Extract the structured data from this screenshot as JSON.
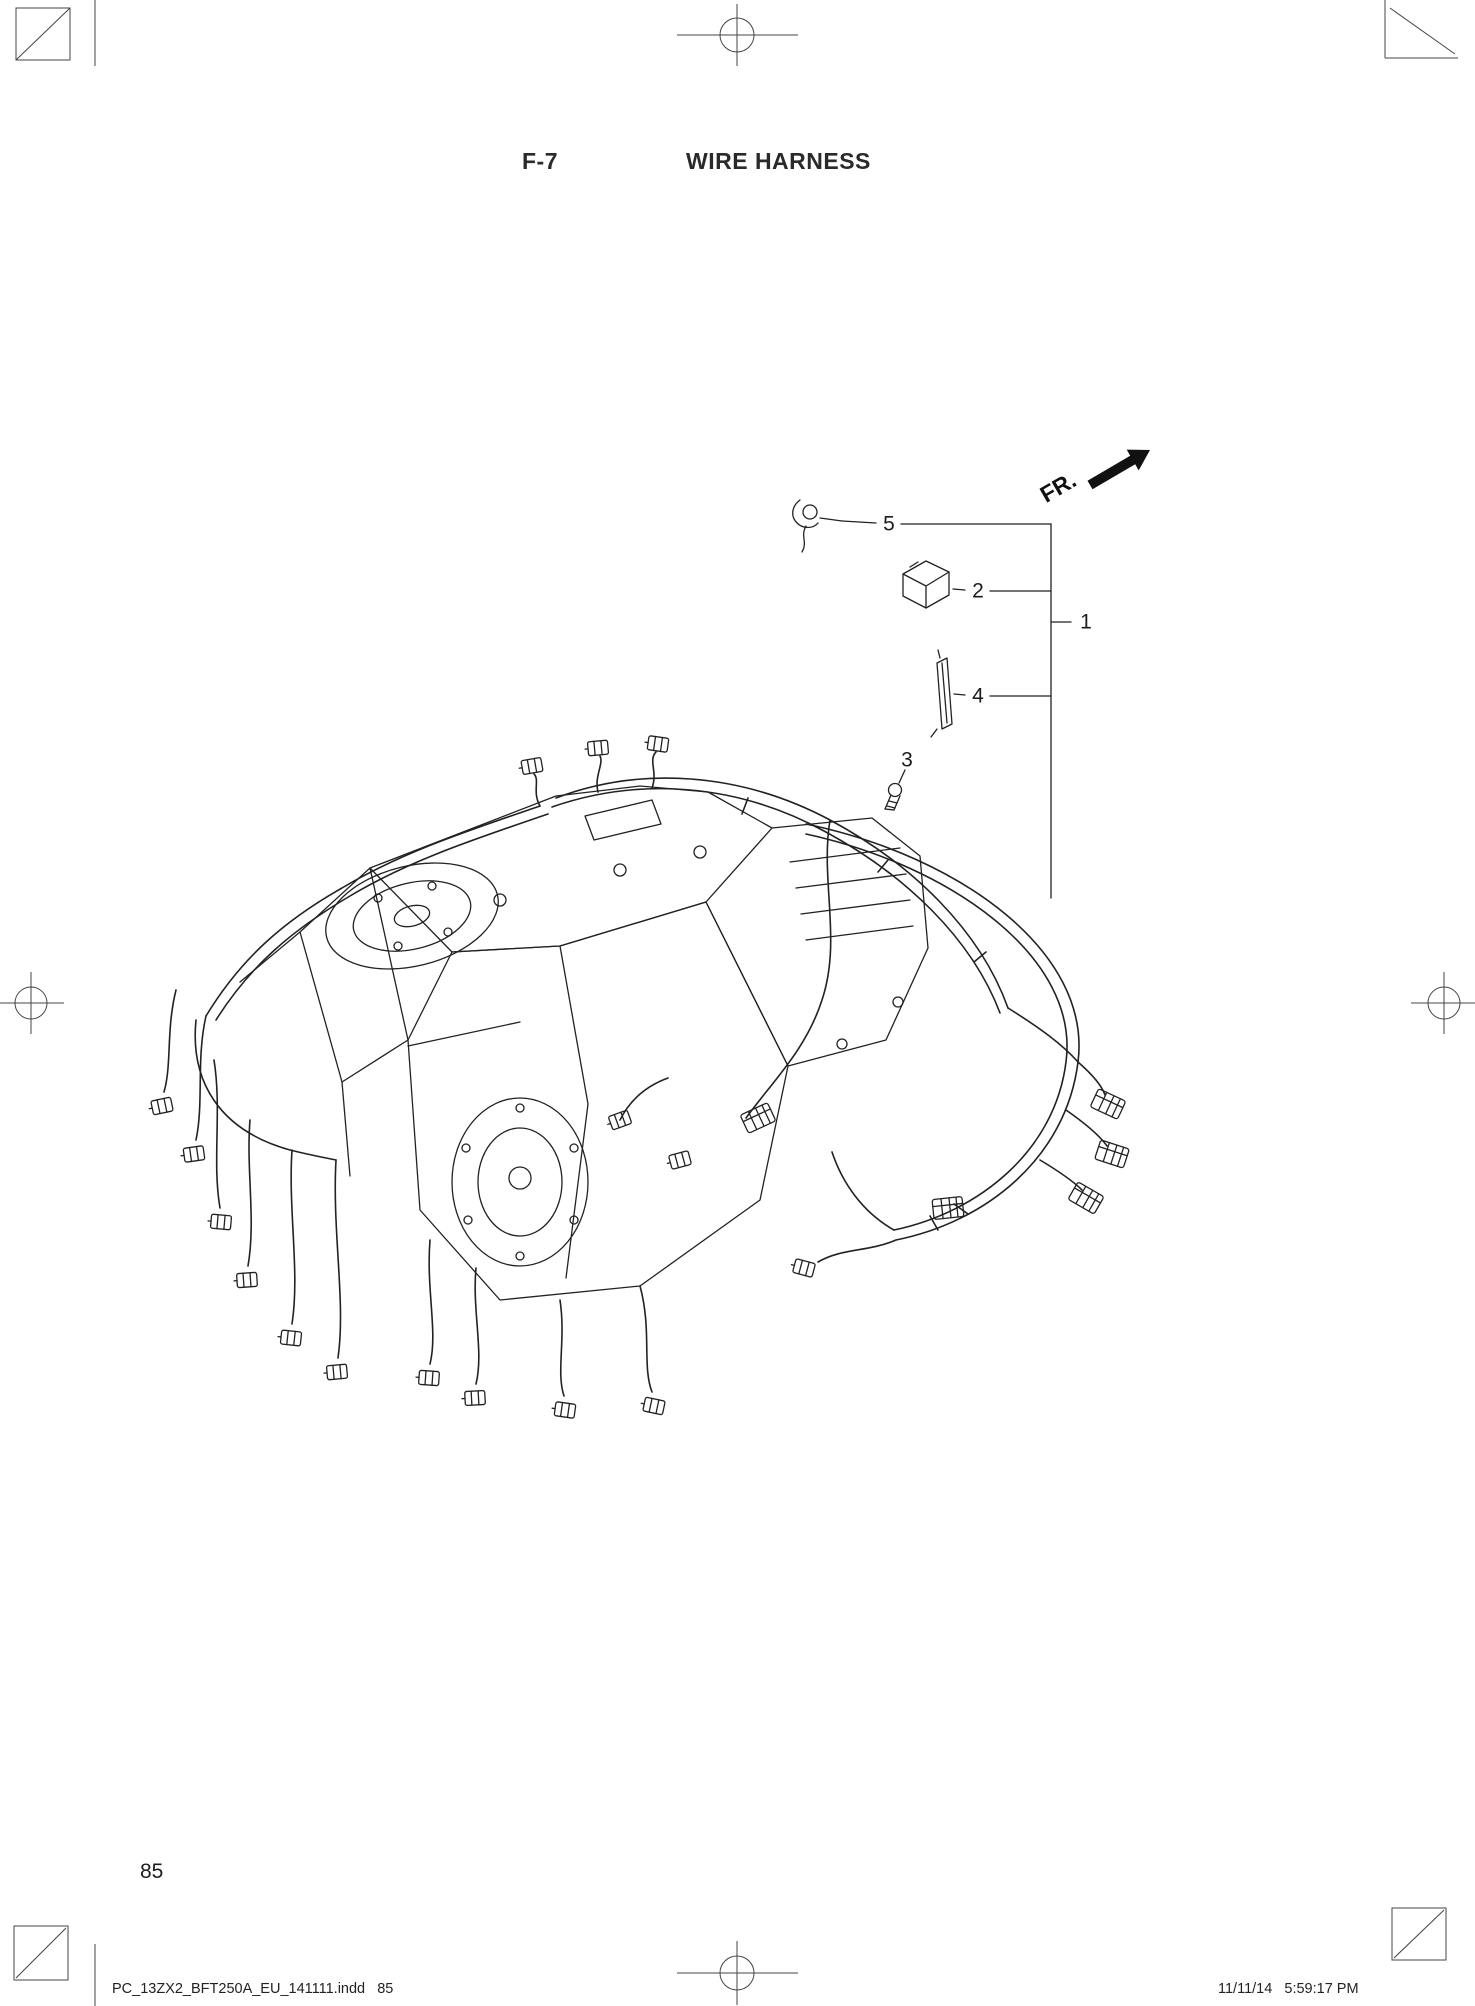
{
  "page": {
    "section_code": "F-7",
    "title": "WIRE HARNESS",
    "page_number": "85",
    "direction_label": "FR."
  },
  "callouts": [
    {
      "ref": "5"
    },
    {
      "ref": "2"
    },
    {
      "ref": "1"
    },
    {
      "ref": "4"
    },
    {
      "ref": "3"
    }
  ],
  "footer": {
    "file_info": "PC_13ZX2_BFT250A_EU_141111.indd   85",
    "timestamp": "11/11/14   5:59:17 PM"
  },
  "colors": {
    "ink": "#222222",
    "paper": "#ffffff"
  }
}
